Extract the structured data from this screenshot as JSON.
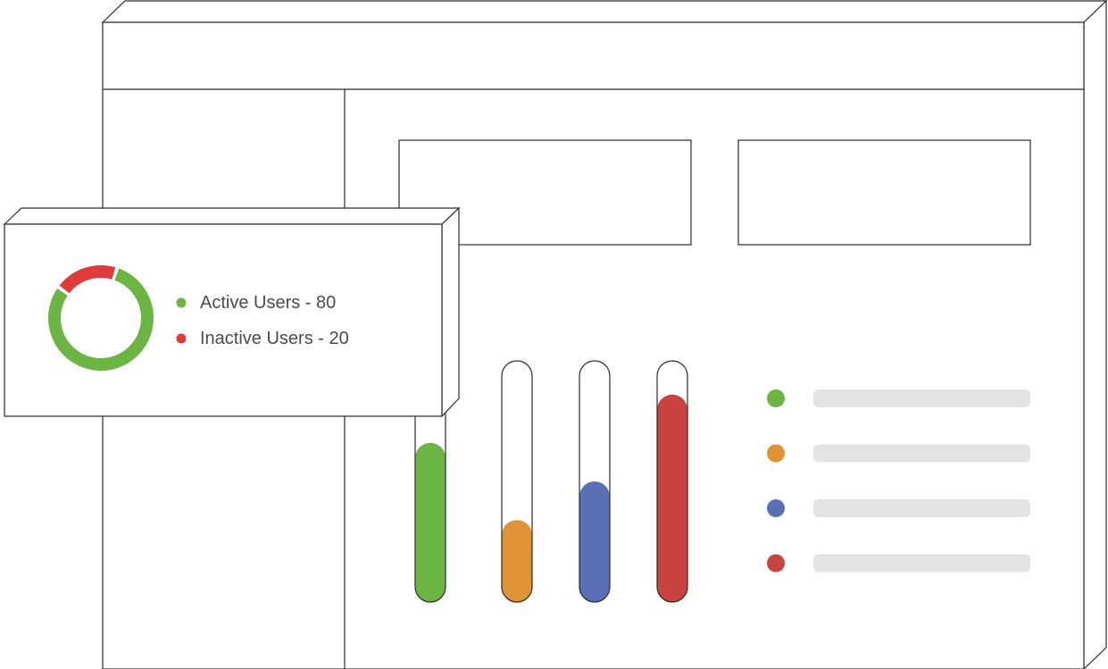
{
  "window": {
    "title_bar_text": "",
    "card_left_text": "",
    "card_right_text": ""
  },
  "popup": {
    "legend": [
      {
        "label": "Active Users - 80",
        "color": "#6cb443"
      },
      {
        "label": "Inactive Users - 20",
        "color": "#e03b3b"
      }
    ]
  },
  "chart_data": {
    "type": "bar",
    "title": "",
    "xlabel": "",
    "ylabel": "",
    "ylim": [
      0,
      100
    ],
    "categories": [
      "",
      "",
      "",
      ""
    ],
    "series": [
      {
        "values": [
          66,
          34,
          50,
          86
        ],
        "colors": [
          "#6cb443",
          "#e09334",
          "#5a6fb5",
          "#c9433f"
        ]
      }
    ],
    "legend_colors": [
      "#6cb443",
      "#e09334",
      "#5a6fb5",
      "#c9433f"
    ],
    "legend_placement": "right"
  },
  "donut_data": {
    "type": "pie",
    "categories": [
      "Active Users",
      "Inactive Users"
    ],
    "values": [
      80,
      20
    ],
    "colors": [
      "#6cb443",
      "#e03b3b"
    ]
  },
  "colors": {
    "outline": "#2a2a2a",
    "placeholder_bar": "#e3e3e5",
    "background": "#ffffff"
  }
}
